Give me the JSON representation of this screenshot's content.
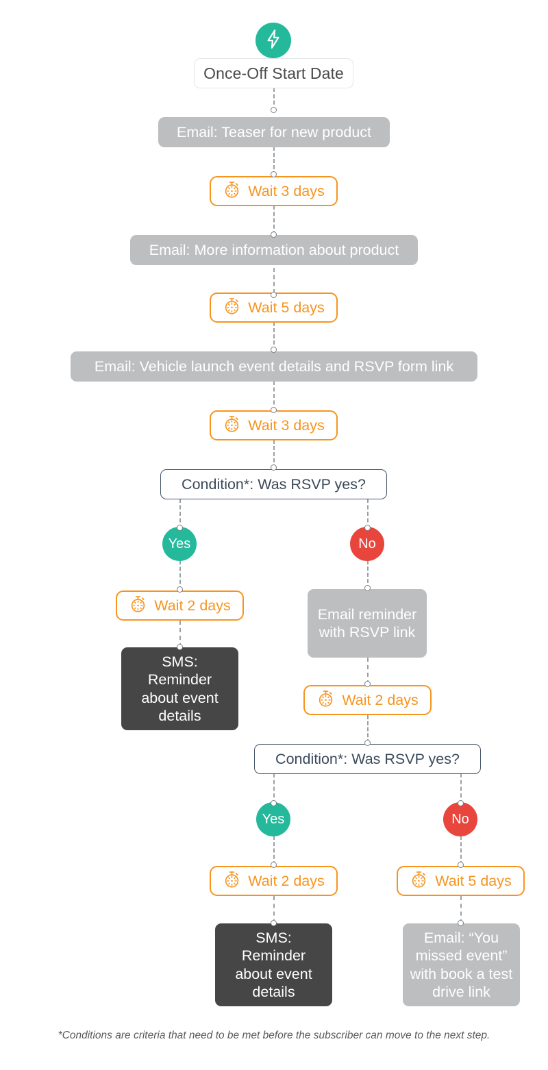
{
  "diagram": {
    "title": "Once-Off Start Date automation journey",
    "colors": {
      "trigger_teal": "#23b99a",
      "wait_orange": "#f7941e",
      "email_grey": "#bcbec0",
      "sms_dark": "#464646",
      "condition_border": "#445566",
      "branch_yes": "#23b99a",
      "branch_no": "#e8453c",
      "connector_grey": "#9aa0a6",
      "background": "#ffffff"
    },
    "icons": {
      "trigger": "lightning-bolt-icon",
      "wait": "stopwatch-icon"
    }
  },
  "nodes": {
    "start": {
      "label": "Once-Off Start Date",
      "type": "trigger",
      "icon": "lightning-bolt-icon"
    },
    "email_1": {
      "label": "Email: Teaser for new product",
      "type": "email"
    },
    "wait_1": {
      "label": "Wait 3 days",
      "type": "wait",
      "icon": "stopwatch-icon",
      "days": 3
    },
    "email_2": {
      "label": "Email: More information about product",
      "type": "email"
    },
    "wait_2": {
      "label": "Wait 5 days",
      "type": "wait",
      "icon": "stopwatch-icon",
      "days": 5
    },
    "email_3": {
      "label": "Email: Vehicle launch event details and RSVP form link",
      "type": "email"
    },
    "wait_3": {
      "label": "Wait 3 days",
      "type": "wait",
      "icon": "stopwatch-icon",
      "days": 3
    },
    "condition_1": {
      "label": "Condition*: Was RSVP yes?",
      "type": "condition"
    },
    "branch_1_yes": {
      "label": "Yes",
      "type": "branch"
    },
    "branch_1_no": {
      "label": "No",
      "type": "branch"
    },
    "wait_4": {
      "label": "Wait 2 days",
      "type": "wait",
      "icon": "stopwatch-icon",
      "days": 2
    },
    "sms_1": {
      "label": "SMS: Reminder about event details",
      "type": "sms"
    },
    "email_4": {
      "label": "Email reminder with RSVP link",
      "type": "email"
    },
    "wait_5": {
      "label": "Wait 2 days",
      "type": "wait",
      "icon": "stopwatch-icon",
      "days": 2
    },
    "condition_2": {
      "label": "Condition*: Was RSVP yes?",
      "type": "condition"
    },
    "branch_2_yes": {
      "label": "Yes",
      "type": "branch"
    },
    "branch_2_no": {
      "label": "No",
      "type": "branch"
    },
    "wait_6": {
      "label": "Wait 2 days",
      "type": "wait",
      "icon": "stopwatch-icon",
      "days": 2
    },
    "sms_2": {
      "label": "SMS: Reminder about event details",
      "type": "sms"
    },
    "wait_7": {
      "label": "Wait 5 days",
      "type": "wait",
      "icon": "stopwatch-icon",
      "days": 5
    },
    "email_5": {
      "label": "Email: “You missed event” with book a test drive link",
      "type": "email"
    }
  },
  "footnote": {
    "text": "*Conditions are criteria that need to be met before the subscriber can move to the next step."
  }
}
